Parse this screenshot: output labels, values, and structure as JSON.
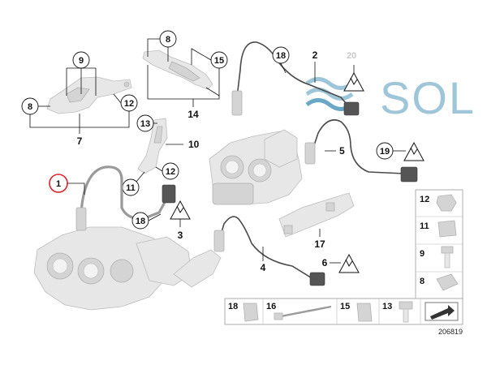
{
  "callouts": {
    "c1": "1",
    "c2": "2",
    "c3": "3",
    "c4": "4",
    "c5": "5",
    "c6": "6",
    "c7": "7",
    "c8a": "8",
    "c8b": "8",
    "c9": "9",
    "c10": "10",
    "c11": "11",
    "c12a": "12",
    "c12b": "12",
    "c13": "13",
    "c14": "14",
    "c15": "15",
    "c17": "17",
    "c18a": "18",
    "c18b": "18",
    "c19": "19",
    "c20": "20"
  },
  "legend": {
    "right": [
      "12",
      "11",
      "9",
      "8"
    ],
    "bottom": [
      "18",
      "16",
      "15",
      "13"
    ]
  },
  "watermark": {
    "text": "SOL"
  },
  "diagram_id": "206819",
  "colors": {
    "highlight_ring": "#d8242a",
    "watermark": "#9fc6d8",
    "part_fill": "#e7e7e7",
    "wire": "#4a4a4a"
  }
}
